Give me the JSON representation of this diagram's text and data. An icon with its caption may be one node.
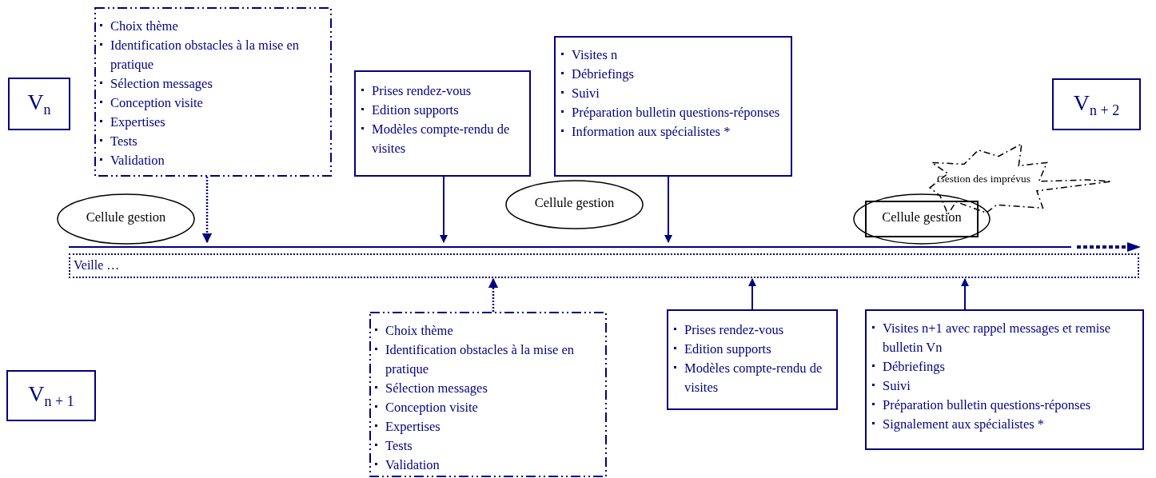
{
  "diagram": {
    "nodes": [
      {
        "text": [
          "V$_{n}$"
        ]
      },
      {
        "text": [
          "Choix thème",
          "Identification obstacles à la mise en pratique",
          "Sélection messages",
          "Conception visite",
          "Expertises",
          "Tests",
          "Validation"
        ]
      },
      {
        "text": [
          "Prises rendez-vous",
          "Edition supports",
          "Modèles compte-rendu de visites"
        ]
      },
      {
        "text": [
          "Visites n",
          "Débriefings",
          "Suivi",
          "Préparation  bulletin questions-réponses",
          "Information aux spécialistes *"
        ]
      },
      {
        "text": [
          "V$_{n + 2}$"
        ]
      },
      {
        "text": [
          "Gestion des imprévus"
        ]
      },
      {
        "text": [
          "Cellule gestion"
        ]
      },
      {
        "text": [
          "Cellule gestion"
        ]
      },
      {
        "text": [
          "Cellule gestion"
        ]
      },
      {
        "text": [],
        "shape": "bar"
      },
      {
        "text": [
          "Veille …"
        ]
      },
      {
        "text": [
          "Choix thème",
          "Identification obstacles à la mise en pratique",
          "Sélection messages",
          "Conception visite",
          "Expertises",
          "Tests",
          "Validation"
        ]
      },
      {
        "text": [
          "Prises rendez-vous",
          "Edition supports",
          "Modèles compte-rendu de visites"
        ]
      },
      {
        "text": [
          "Visites n+1 avec rappel messages et remise bulletin Vn",
          "Débriefings",
          "Suivi",
          "Préparation bulletin questions-réponses",
          "Signalement aux spécialistes *"
        ]
      },
      {
        "text": [
          "V$_{n + 1}$"
        ]
      }
    ],
    "edges": [
      {
        "from": 1,
        "to": 9,
        "arrow": "to",
        "style": "dashed"
      },
      {
        "from": 2,
        "to": 9,
        "arrow": "to"
      },
      {
        "from": 3,
        "to": 9,
        "arrow": "to"
      },
      {
        "from": 11,
        "to": 9,
        "arrow": "to",
        "style": "dashed"
      },
      {
        "from": 12,
        "to": 9,
        "arrow": "to"
      },
      {
        "from": 13,
        "to": 9,
        "arrow": "to"
      }
    ]
  }
}
